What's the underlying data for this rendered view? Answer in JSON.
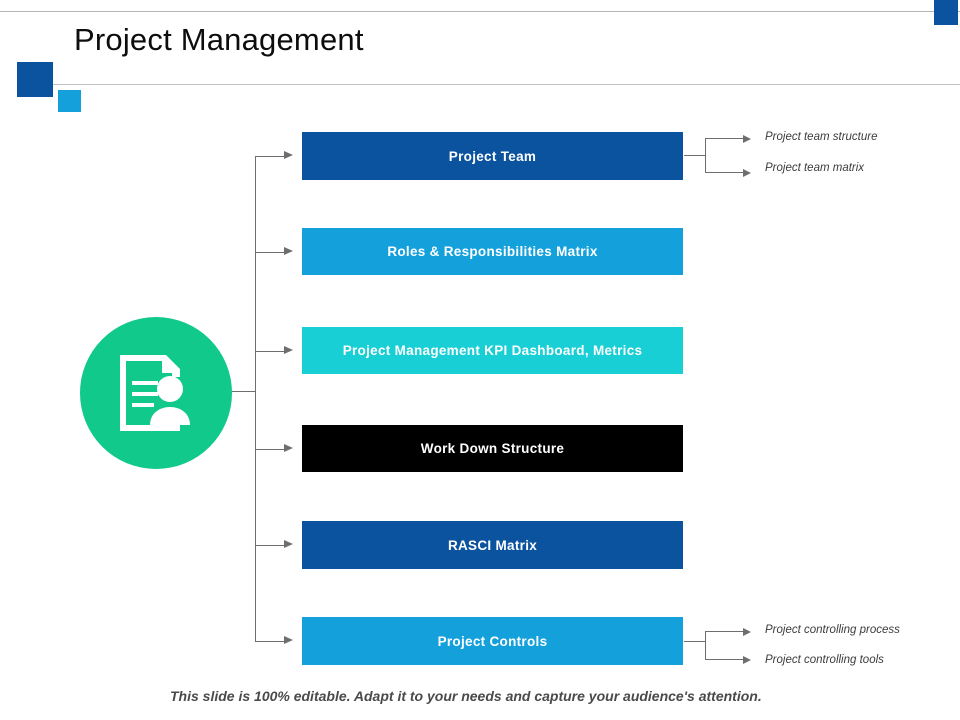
{
  "slide": {
    "title": "Project Management",
    "footer_note": "This slide is 100% editable. Adapt it to your needs and capture your audience's attention.",
    "accent_dark": "#0b529f",
    "accent_light": "#14a1db",
    "icon_circle_color": "#10c98b",
    "connector_color": "#6e6e6e"
  },
  "icon": {
    "name": "document-person-icon",
    "circle_color": "#10c98b"
  },
  "bars": [
    {
      "label": "Project Team",
      "color": "#0b529f",
      "text_color": "#ffffff"
    },
    {
      "label": "Roles & Responsibilities  Matrix",
      "color": "#14a1db",
      "text_color": "#ffffff"
    },
    {
      "label": "Project Management  KPI Dashboard, Metrics",
      "color": "#17cfd5",
      "text_color": "#ffffff"
    },
    {
      "label": "Work Down Structure",
      "color": "#000000",
      "text_color": "#ffffff"
    },
    {
      "label": "RASCI Matrix",
      "color": "#0b529f",
      "text_color": "#ffffff"
    },
    {
      "label": "Project Controls",
      "color": "#14a1db",
      "text_color": "#ffffff"
    }
  ],
  "callouts": [
    {
      "for_bar": "Project Team",
      "lines": [
        "Project team structure",
        "Project team matrix"
      ]
    },
    {
      "for_bar": "Project Controls",
      "lines": [
        "Project controlling process",
        "Project controlling tools"
      ]
    }
  ]
}
